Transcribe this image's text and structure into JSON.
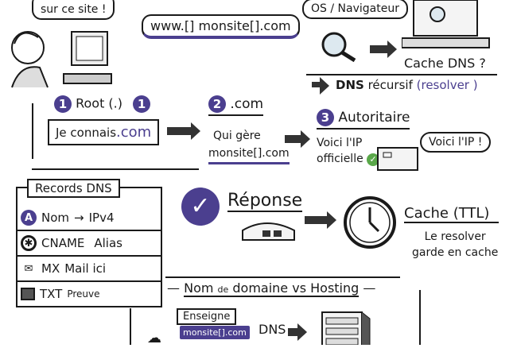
{
  "user": {
    "speech": "sur ce site !",
    "url": "www.[] monsite[].com"
  },
  "local": {
    "label": "OS / Navigateur",
    "cache": "Cache DNS ?",
    "recursive_strong": "DNS",
    "recursive_text": "récursif",
    "resolver": "(resolver )"
  },
  "steps": [
    {
      "num": "1",
      "title": "Root (.)",
      "badge": "1",
      "text_a": "Je connais",
      "text_b": ".com"
    },
    {
      "num": "2",
      "title": ".com",
      "text_a": "Qui gère",
      "text_b": "monsite[].com"
    },
    {
      "num": "3",
      "title": "Autoritaire",
      "text_a": "Voici l'IP",
      "text_b": "officielle",
      "speech": "Voici l'IP !"
    }
  ],
  "records": {
    "title": "Records DNS",
    "items": [
      {
        "icon": "A",
        "type": "Nom",
        "desc": "IPv4"
      },
      {
        "icon": "",
        "type": "CNAME",
        "desc": "Alias"
      },
      {
        "icon": "",
        "type": "MX",
        "desc": "Mail ici"
      },
      {
        "icon": "",
        "type": "TXT",
        "desc": "Preuve"
      }
    ]
  },
  "response": {
    "label": "Réponse",
    "cache_title": "Cache (TTL)",
    "cache_line1": "Le resolver",
    "cache_line2": "garde en cache"
  },
  "hosting": {
    "title_a": "Nom",
    "title_b": "de",
    "title_c": "domaine vs Hosting",
    "sign": "Enseigne",
    "domain": "monsite[].com",
    "dns": "DNS"
  },
  "colors": {
    "accent": "#4b3f8f",
    "check": "#5aa84a"
  }
}
